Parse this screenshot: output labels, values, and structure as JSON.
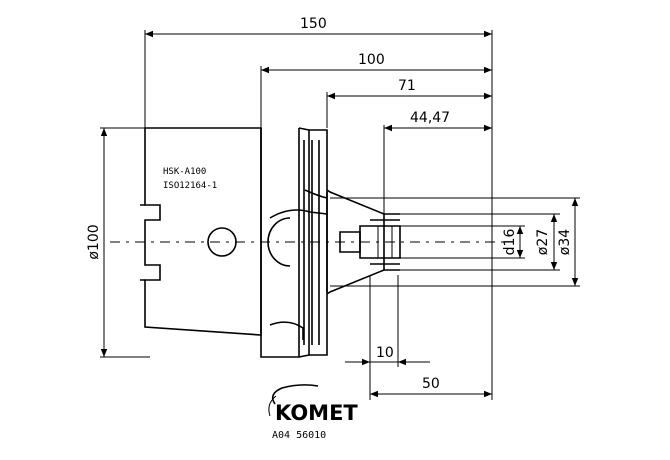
{
  "dimensions": {
    "length_150": "150",
    "length_100": "100",
    "length_71": "71",
    "length_44_47": "44,47",
    "length_10": "10",
    "length_50": "50",
    "dia_100": "ø100",
    "dia_16": "d16",
    "dia_27": "ø27",
    "dia_34": "ø34"
  },
  "labels": {
    "standard_line1": "HSK-A100",
    "standard_line2": "ISO12164-1"
  },
  "logo": {
    "brand": "KOMET",
    "part_number": "A04 56010"
  }
}
